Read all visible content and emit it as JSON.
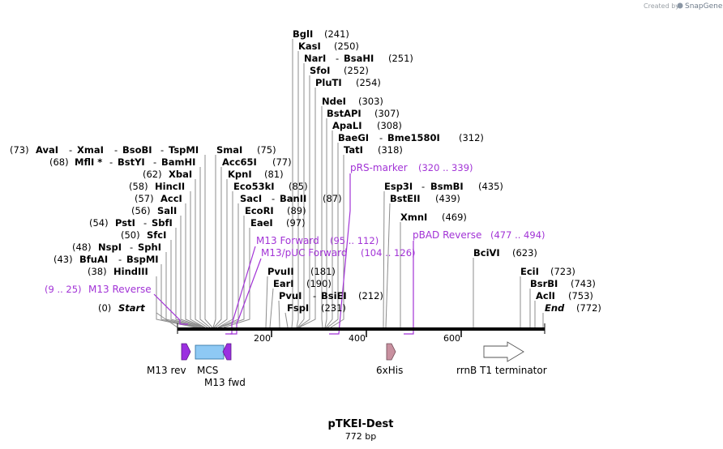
{
  "credit": {
    "prefix": "Created by",
    "brand": "SnapGene"
  },
  "title": "pTKEI-Dest",
  "subtitle": "772 bp",
  "axis": {
    "ticks": [
      "200",
      "400",
      "600"
    ]
  },
  "sites": [
    {
      "names": [
        "BglI"
      ],
      "pos": "(241)"
    },
    {
      "names": [
        "KasI"
      ],
      "pos": "(250)"
    },
    {
      "names": [
        "NarI",
        "BsaHI"
      ],
      "pos": "(251)"
    },
    {
      "names": [
        "SfoI"
      ],
      "pos": "(252)"
    },
    {
      "names": [
        "PluTI"
      ],
      "pos": "(254)"
    },
    {
      "names": [
        "NdeI"
      ],
      "pos": "(303)"
    },
    {
      "names": [
        "BstAPI"
      ],
      "pos": "(307)"
    },
    {
      "names": [
        "ApaLI"
      ],
      "pos": "(308)"
    },
    {
      "names": [
        "BaeGI",
        "Bme1580I"
      ],
      "pos": "(312)"
    },
    {
      "names": [
        "TatI"
      ],
      "pos": "(318)"
    },
    {
      "names": [
        "AvaI",
        "XmaI",
        "BsoBI",
        "TspMI"
      ],
      "pos": "(73)"
    },
    {
      "names": [
        "SmaI"
      ],
      "pos": "(75)"
    },
    {
      "names": [
        "MflI *",
        "BstYI",
        "BamHI"
      ],
      "pos": "(68)"
    },
    {
      "names": [
        "Acc65I"
      ],
      "pos": "(77)"
    },
    {
      "names": [
        "XbaI"
      ],
      "pos": "(62)"
    },
    {
      "names": [
        "KpnI"
      ],
      "pos": "(81)"
    },
    {
      "names": [
        "HincII"
      ],
      "pos": "(58)"
    },
    {
      "names": [
        "Eco53kI"
      ],
      "pos": "(85)"
    },
    {
      "names": [
        "AccI"
      ],
      "pos": "(57)"
    },
    {
      "names": [
        "SacI",
        "BanII"
      ],
      "pos": "(87)"
    },
    {
      "names": [
        "SalI"
      ],
      "pos": "(56)"
    },
    {
      "names": [
        "EcoRI"
      ],
      "pos": "(89)"
    },
    {
      "names": [
        "PstI",
        "SbfI"
      ],
      "pos": "(54)"
    },
    {
      "names": [
        "EaeI"
      ],
      "pos": "(97)"
    },
    {
      "names": [
        "SfcI"
      ],
      "pos": "(50)"
    },
    {
      "names": [
        "NspI",
        "SphI"
      ],
      "pos": "(48)"
    },
    {
      "names": [
        "BfuAI",
        "BspMI"
      ],
      "pos": "(43)"
    },
    {
      "names": [
        "HindIII"
      ],
      "pos": "(38)"
    },
    {
      "names": [
        "PvuII"
      ],
      "pos": "(181)"
    },
    {
      "names": [
        "EarI"
      ],
      "pos": "(190)"
    },
    {
      "names": [
        "PvuI",
        "BsiEI"
      ],
      "pos": "(212)"
    },
    {
      "names": [
        "FspI"
      ],
      "pos": "(231)"
    },
    {
      "names": [
        "Esp3I",
        "BsmBI"
      ],
      "pos": "(435)"
    },
    {
      "names": [
        "BstEII"
      ],
      "pos": "(439)"
    },
    {
      "names": [
        "XmnI"
      ],
      "pos": "(469)"
    },
    {
      "names": [
        "BciVI"
      ],
      "pos": "(623)"
    },
    {
      "names": [
        "EciI"
      ],
      "pos": "(723)"
    },
    {
      "names": [
        "BsrBI"
      ],
      "pos": "(743)"
    },
    {
      "names": [
        "AclI"
      ],
      "pos": "(753)"
    },
    {
      "names": [
        "End"
      ],
      "pos": "(772)"
    },
    {
      "names": [
        "Start"
      ],
      "pos": "(0)"
    }
  ],
  "primers": [
    {
      "name": "pRS-marker",
      "range": "(320 .. 339)"
    },
    {
      "name": "M13 Forward",
      "range": "(95 .. 112)"
    },
    {
      "name": "M13/pUC Forward",
      "range": "(104 .. 126)"
    },
    {
      "name": "pBAD Reverse",
      "range": "(477 .. 494)"
    },
    {
      "name": "M13 Reverse",
      "range": "(9 .. 25)"
    }
  ],
  "features": [
    {
      "name": "M13 rev",
      "color": "#9b2fe0"
    },
    {
      "name": "MCS",
      "color": "#8ec9f4"
    },
    {
      "name": "M13 fwd",
      "color": "#9b2fe0"
    },
    {
      "name": "6xHis",
      "color": "#c8909f"
    },
    {
      "name": "rrnB T1 terminator",
      "color": "#ffffff"
    }
  ],
  "colors": {
    "primer": "#a233d6",
    "line": "#000000"
  }
}
